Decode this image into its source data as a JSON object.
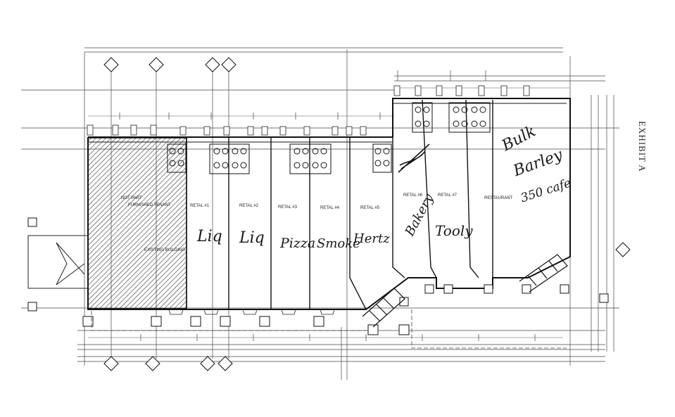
{
  "exhibit_label": "EXHIBIT A",
  "spaces": {
    "hatched": {
      "label_1": "NOT PART",
      "label_2": "FURNISHED TENANT",
      "label_3": "EXISTING BUILDING"
    },
    "retal_1": {
      "label": "RETAL #1",
      "handwritten": "Liq"
    },
    "retal_2": {
      "label": "RETAL #2",
      "handwritten": "Liq"
    },
    "retal_3": {
      "label": "RETAL #3",
      "handwritten": "Pizza"
    },
    "retal_4": {
      "label": "RETAL #4",
      "handwritten": "Smoke"
    },
    "retal_5": {
      "label": "RETAL #5",
      "handwritten": "Hertz"
    },
    "retal_6": {
      "label": "RETAL #6",
      "handwritten": "Bakery"
    },
    "retal_7": {
      "label": "RETAL #7",
      "handwritten": "Tooly"
    },
    "restaurant": {
      "label": "RESTAURANT",
      "handwritten_1": "Bulk",
      "handwritten_2": "Barley",
      "handwritten_3": "350 cafe"
    }
  }
}
